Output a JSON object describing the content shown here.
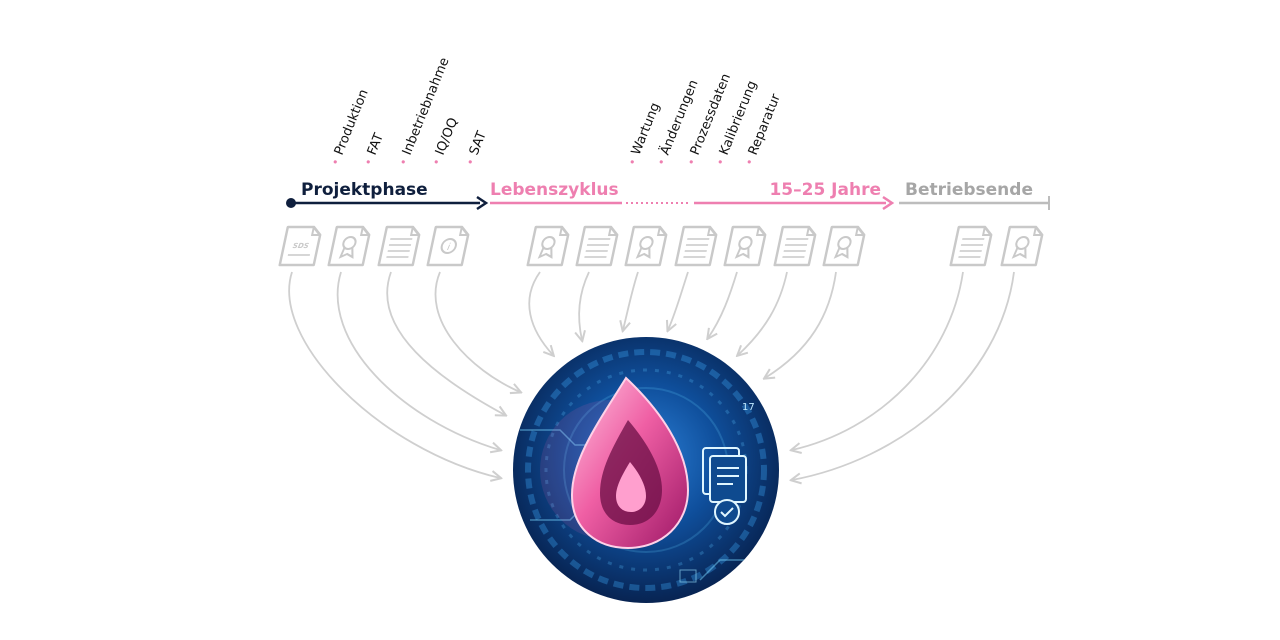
{
  "colors": {
    "project": "#0f1f3d",
    "lifecycle": "#ee7fb0",
    "end": "#a6a6a6",
    "docs": "#c9c9c9",
    "arrows": "#cfcfcf"
  },
  "phases": {
    "project": "Projektphase",
    "lifecycle": "Lebenszyklus",
    "duration": "15–25 Jahre",
    "end": "Betriebsende"
  },
  "milestones": {
    "project": [
      "Produktion",
      "FAT",
      "Inbetriebnahme",
      "IQ/OQ",
      "SAT"
    ],
    "lifecycle": [
      "Wartung",
      "Änderungen",
      "Prozessdaten",
      "Kalibrierung",
      "Reparatur"
    ]
  },
  "documents": [
    {
      "icon": "sds-document-icon",
      "text": "SDS"
    },
    {
      "icon": "certificate-document-icon"
    },
    {
      "icon": "lined-document-icon"
    },
    {
      "icon": "info-document-icon",
      "text": "i"
    },
    {
      "icon": "certificate-document-icon"
    },
    {
      "icon": "lined-document-icon"
    },
    {
      "icon": "certificate-document-icon"
    },
    {
      "icon": "lined-document-icon"
    },
    {
      "icon": "certificate-document-icon"
    },
    {
      "icon": "lined-document-icon"
    },
    {
      "icon": "certificate-document-icon"
    },
    {
      "icon": "lined-document-icon"
    },
    {
      "icon": "certificate-document-icon"
    }
  ],
  "hub": {
    "icon": "documentation-platform-logo-icon",
    "calendar_text": "17"
  }
}
